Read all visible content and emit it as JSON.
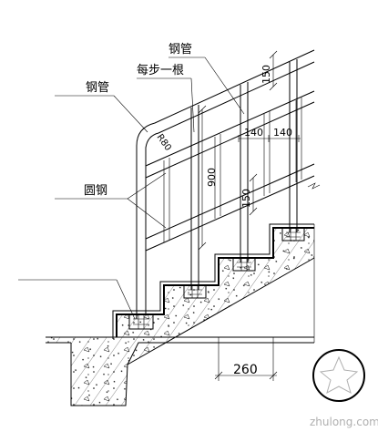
{
  "labels": {
    "steel_pipe_top": "钢管",
    "per_step": "每步一根",
    "steel_pipe_left": "钢管",
    "round_steel": "圆钢"
  },
  "dimensions": {
    "radius": "R80",
    "height_900": "900",
    "dim_150_top": "150",
    "dim_140_a": "140",
    "dim_140_b": "140",
    "dim_150_mid": "150",
    "step_260": "260"
  },
  "watermark": "zhulong.com",
  "colors": {
    "line": "#000000",
    "background": "#ffffff",
    "watermark": "#b0b0b0"
  }
}
